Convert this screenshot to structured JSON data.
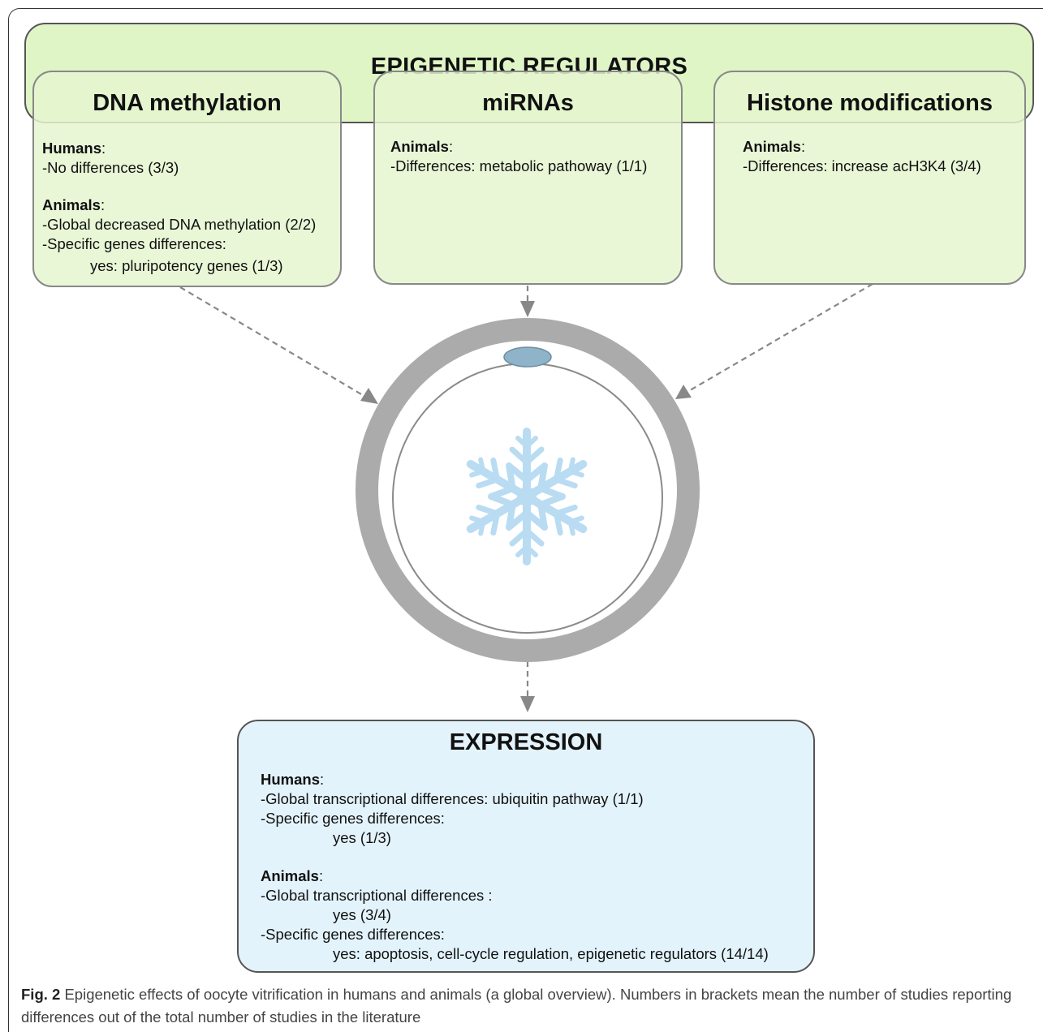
{
  "banner": {
    "title": "EPIGENETIC REGULATORS"
  },
  "dna": {
    "title": "DNA methylation",
    "humans_label": "Humans",
    "humans_line1": "-No differences (3/3)",
    "animals_label": "Animals",
    "animals_line1": "-Global decreased DNA methylation (2/2)",
    "animals_line2": "-Specific genes differences:",
    "animals_line3": "yes: pluripotency genes (1/3)"
  },
  "mirna": {
    "title": "miRNAs",
    "animals_label": "Animals",
    "animals_line1": "-Differences: metabolic pathoway (1/1)"
  },
  "histone": {
    "title": "Histone modifications",
    "animals_label": "Animals",
    "animals_line1": "-Differences: increase acH3K4 (3/4)"
  },
  "expression": {
    "title": "EXPRESSION",
    "humans_label": "Humans",
    "h_line1": "-Global transcriptional differences: ubiquitin pathway (1/1)",
    "h_line2": "-Specific genes differences:",
    "h_line3": "yes (1/3)",
    "animals_label": "Animals",
    "a_line1": "-Global transcriptional differences :",
    "a_line2": "yes (3/4)",
    "a_line3": "-Specific genes differences:",
    "a_line4": "yes: apoptosis, cell-cycle regulation, epigenetic regulators (14/14)"
  },
  "caption": {
    "label": "Fig. 2",
    "text": "Epigenetic effects of oocyte vitrification in humans and animals (a global overview). Numbers in brackets mean the number of studies reporting differences out of the total number of studies in the literature"
  },
  "colors": {
    "regulator_fill": "#e0f5c6",
    "expression_fill": "#e3f3fb",
    "zona_ring": "#ababab",
    "nucleus": "#8fb3c8",
    "snowflake": "#b9dcf2"
  }
}
